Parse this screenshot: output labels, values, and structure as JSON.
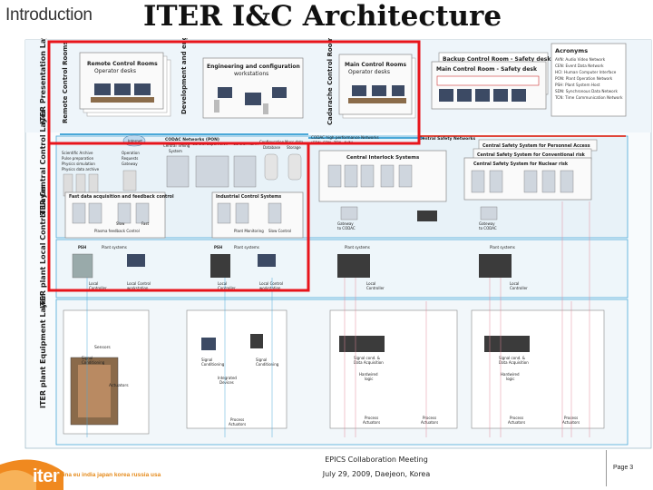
{
  "header": {
    "section": "Introduction",
    "title": "ITER I&C Architecture"
  },
  "layers": {
    "presentation": "ITER Presentation Layer",
    "central": "ITER Central Control Layer",
    "local": "ITER plant Local Control Layer",
    "equipment": "ITER plant Equipment Layer"
  },
  "sublayers": {
    "remote_rooms": "Remote Control Rooms",
    "dev_eng": "Development and engineering",
    "cadarache_rooms": "Cadarache Control Rooms"
  },
  "rooms": {
    "remote": "Remote Control Rooms\nOperator desks",
    "eng": "Engineering and configuration\nworkstations",
    "main": "Main Control Rooms\nOperator desks",
    "backup": "Backup Control Room - Safety desk",
    "main_safety": "Main Control Room - Safety desk"
  },
  "acronyms": {
    "title": "Acronyms",
    "items": [
      "AVN: Audio Video Network",
      "CEN: Event Data Network",
      "HCI: Human Computer Interface",
      "PON: Plant Operation Network",
      "PSH: Plant System Host",
      "SDN: Synchronous Data Network",
      "TCN: Time Communication Network"
    ]
  },
  "networks": {
    "codac": "CODAC Networks (PON)",
    "codac_hp": "CODAC high performance Networks\n(SDN, EDN, TCN, AVN)",
    "central_safety_nets": "Central Safety Networks",
    "internet": "Internet"
  },
  "central_systems": {
    "sci": "Scientific Archive\nPulse preparation\nPhysics simulation\nPhysics data archive",
    "ops": "Operation\nRequests\nGateway",
    "timing": "Central Timing\nSystem",
    "supervision": "Central Supervision\nSystem",
    "alarm": "Central Alarm\nSystem",
    "config_db": "Configuration\nDatabase",
    "mass_storage": "Mass data\nStorage",
    "interlock": "Central Interlock Systems",
    "safety_access": "Central Safety System for Personnel Access",
    "safety_conv": "Central Safety System for Conventional risk",
    "safety_nuclear": "Central Safety System for Nuclear risk",
    "gw_codac1": "Gateway\nto CODAC",
    "gw_codac2": "Gateway\nto CODAC",
    "fast_daq": "Fast data acquisition and feedback control",
    "industrial": "Industrial Control Systems",
    "slow": "Slow",
    "fast": "Fast",
    "plasma_fb": "Plasma feedback Control",
    "plant_monitoring": "Plant Monitoring",
    "slow_control": "Slow Control"
  },
  "local": {
    "psh": "PSH",
    "plant_systems": "Plant systems",
    "local_controller": "Local\nController",
    "local_control_ws": "Local Control\nworkstation"
  },
  "equipment": {
    "sensors": "Sensors",
    "signal_cond": "Signal\nConditioning",
    "actuators": "Actuators",
    "integrated": "Integrated\nDevices",
    "signal_daq": "Signal cond. &\nData Acquisition",
    "hardwired": "Hardwired\nlogic",
    "process_actuators": "Process\nActuators"
  },
  "footer": {
    "logo": "iter",
    "countries": "china eu india japan korea russia usa",
    "event": "EPICS Collaboration Meeting",
    "date": "July 29, 2009, Daejeon, Korea",
    "page": "Page 3"
  },
  "colors": {
    "highlight": "#e8141b",
    "net_blue": "#4aa8d8",
    "net_red": "#e0463a",
    "logo_orange": "#f0891f"
  }
}
